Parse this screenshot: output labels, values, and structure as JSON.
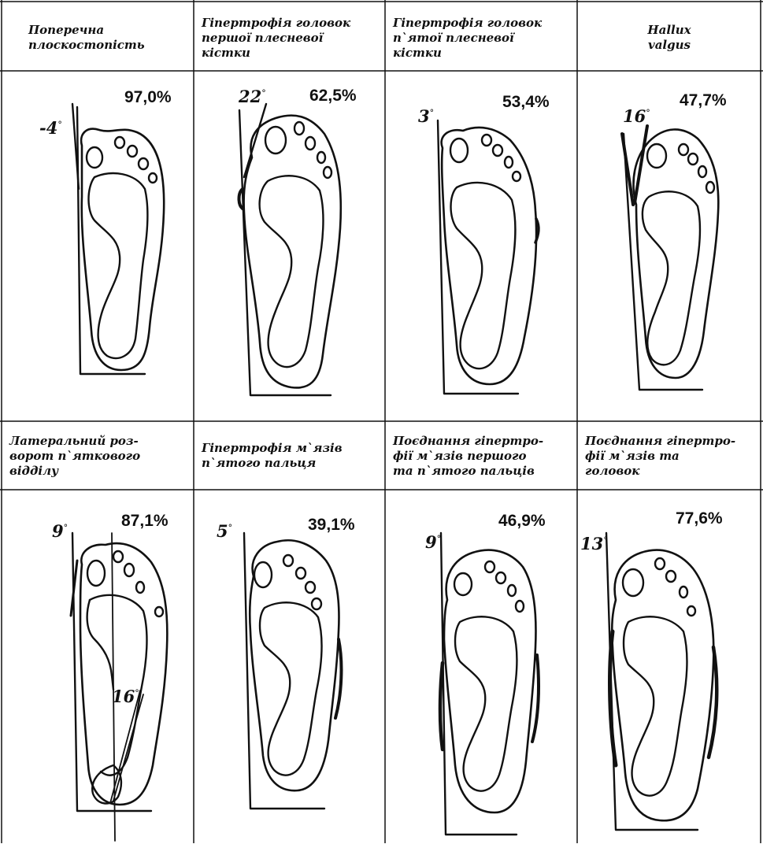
{
  "cells": [
    {
      "id": "c1",
      "title": "Поперечна\nплоскостопість",
      "percent": "97,0%",
      "angle": "-4"
    },
    {
      "id": "c2",
      "title": "Гіпертрофія головок\nпершої плесневої\nкістки",
      "percent": "62,5%",
      "angle": "22"
    },
    {
      "id": "c3",
      "title": "Гіпертрофія головок\nп`ятої плесневої\nкістки",
      "percent": "53,4%",
      "angle": "3"
    },
    {
      "id": "c4",
      "title": "Hallux\nvalgus",
      "percent": "47,7%",
      "angle": "16"
    },
    {
      "id": "c5",
      "title": "Латеральний роз-\nворот п`яткового\nвідділу",
      "percent": "87,1%",
      "angle": "9",
      "angle2": "16"
    },
    {
      "id": "c6",
      "title": "Гіпертрофія м`язів\nп`ятого пальця",
      "percent": "39,1%",
      "angle": "5"
    },
    {
      "id": "c7",
      "title": "Поєднання гіпертро-\nфії м`язів першого\nта  п`ятого пальців",
      "percent": "46,9%",
      "angle": "9"
    },
    {
      "id": "c8",
      "title": "Поєднання гіпертро-\nфії м`язів та\nголовок",
      "percent": "77,6%",
      "angle": "13"
    }
  ],
  "colors": {
    "line": "#111111",
    "background": "#ffffff"
  },
  "degree_symbol": "°"
}
